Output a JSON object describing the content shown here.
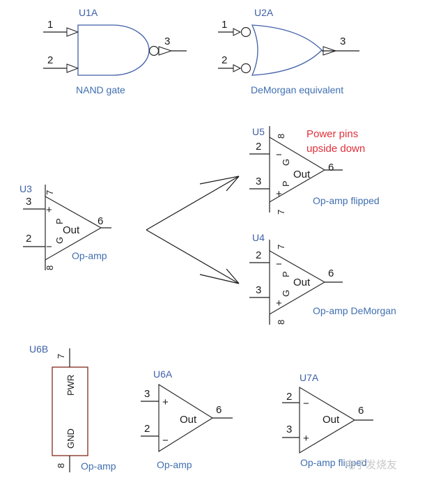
{
  "gates": {
    "u1a": {
      "ref": "U1A",
      "in1": "1",
      "in2": "2",
      "out": "3",
      "caption": "NAND gate"
    },
    "u2a": {
      "ref": "U2A",
      "in1": "1",
      "in2": "2",
      "out": "3",
      "caption": "DeMorgan equivalent"
    }
  },
  "opamps": {
    "u3": {
      "ref": "U3",
      "pin_top": "7",
      "pin_plus": "3",
      "pin_minus": "2",
      "pin_bottom": "8",
      "out_pin": "6",
      "plus": "+",
      "minus": "−",
      "p": "P",
      "g": "G",
      "out": "Out",
      "caption": "Op-amp"
    },
    "u5": {
      "ref": "U5",
      "pin_top": "8",
      "pin_a": "2",
      "pin_b": "3",
      "pin_bottom": "7",
      "out_pin": "6",
      "minus": "−",
      "plus": "+",
      "g": "G",
      "p": "P",
      "out": "Out",
      "caption": "Op-amp flipped",
      "note_line1": "Power pins",
      "note_line2": "upside down"
    },
    "u4": {
      "ref": "U4",
      "pin_top": "7",
      "pin_a": "2",
      "pin_b": "3",
      "pin_bottom": "8",
      "out_pin": "6",
      "minus": "−",
      "plus": "+",
      "p": "P",
      "g": "G",
      "out": "Out",
      "caption": "Op-amp DeMorgan"
    },
    "u6b": {
      "ref": "U6B",
      "pin_top": "7",
      "pwr": "PWR",
      "gnd": "GND",
      "pin_bottom": "8",
      "caption": "Op-amp"
    },
    "u6a": {
      "ref": "U6A",
      "pin_plus": "3",
      "pin_minus": "2",
      "out_pin": "6",
      "plus": "+",
      "minus": "−",
      "out": "Out",
      "caption": "Op-amp"
    },
    "u7a": {
      "ref": "U7A",
      "pin_minus": "2",
      "pin_plus": "3",
      "out_pin": "6",
      "minus": "−",
      "plus": "+",
      "out": "Out",
      "caption": "Op-amp flipped"
    }
  },
  "watermark": "电子发烧友"
}
